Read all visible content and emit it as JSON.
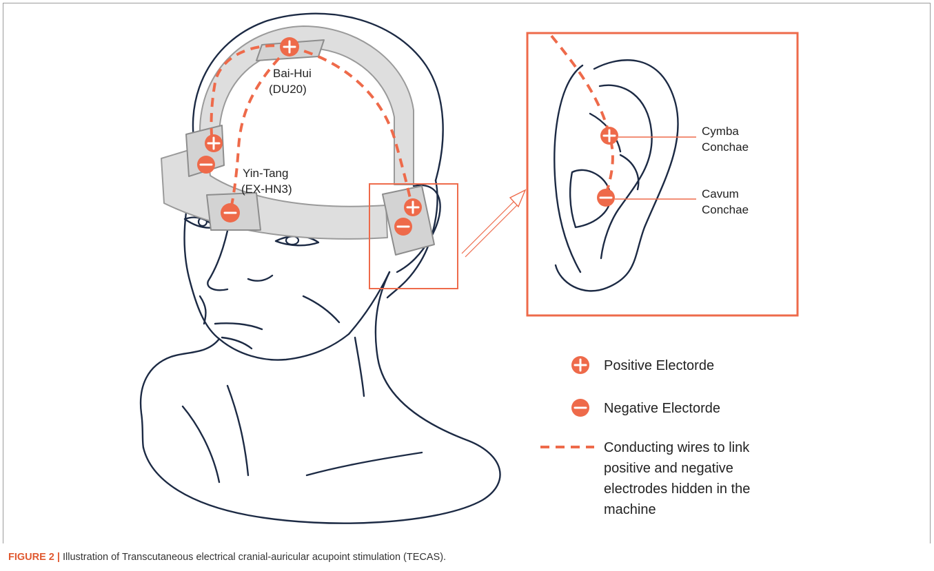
{
  "figure": {
    "caption_label": "FIGURE 2 |",
    "caption_text": " Illustration of Transcutaneous electrical cranial-auricular acupoint stimulation (TECAS)."
  },
  "acupoints": {
    "baihui_line1": "Bai-Hui",
    "baihui_line2": "(DU20)",
    "yintang_line1": "Yin-Tang",
    "yintang_line2": "(EX-HN3)"
  },
  "ear": {
    "cymba_line1": "Cymba",
    "cymba_line2": "Conchae",
    "cavum_line1": "Cavum",
    "cavum_line2": "Conchae"
  },
  "legend": {
    "positive": "Positive Electorde",
    "negative": "Negative Electorde",
    "wires_line1": "Conducting wires to link",
    "wires_line2": "positive and negative",
    "wires_line3": "electrodes hidden in the",
    "wires_line4": "machine"
  },
  "colors": {
    "accent": "#ee6a4a",
    "outline": "#1c2a44",
    "band": "#dedede"
  }
}
